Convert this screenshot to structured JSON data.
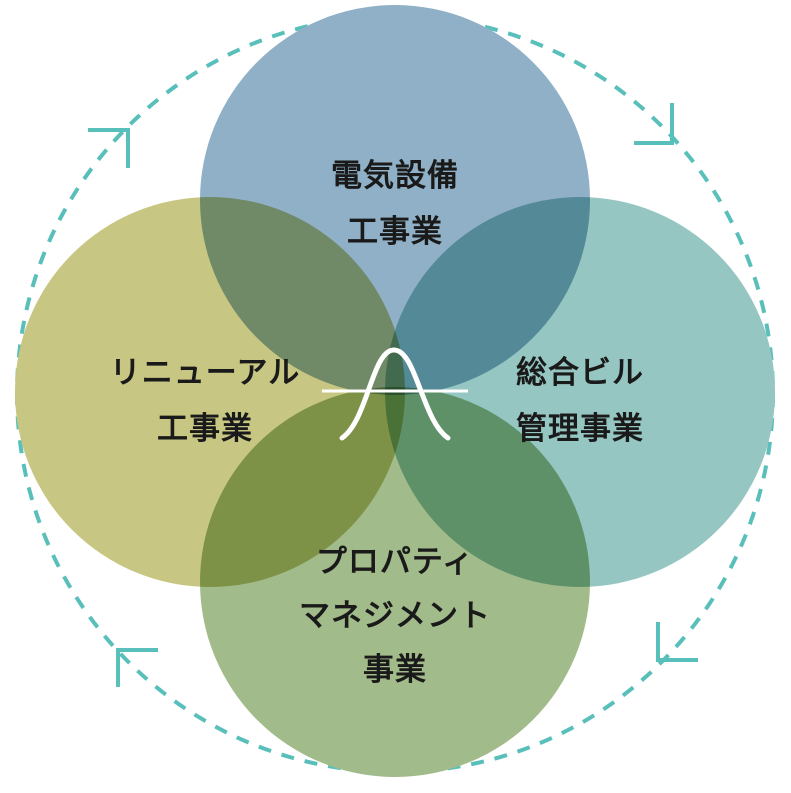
{
  "diagram": {
    "colors": {
      "top": "#8fb0c6",
      "left": "#c7c783",
      "right": "#95c6c2",
      "bottom": "#a2bb8a",
      "ring": "#59bfba",
      "logo": "#ffffff",
      "text": "#1a1a1a"
    },
    "circles": [
      {
        "id": "top",
        "lines": [
          "電気設備",
          "工事業"
        ]
      },
      {
        "id": "left",
        "lines": [
          "リニューアル",
          "工事業"
        ]
      },
      {
        "id": "right",
        "lines": [
          "総合ビル",
          "管理事業"
        ]
      },
      {
        "id": "bottom",
        "lines": [
          "プロパティ",
          "マネジメント",
          "事業"
        ]
      }
    ],
    "ring_icon": "dashed-cycle-ring",
    "arrow_icon": "chevron-arrow-icon",
    "center_icon": "lambda-logo-icon"
  }
}
